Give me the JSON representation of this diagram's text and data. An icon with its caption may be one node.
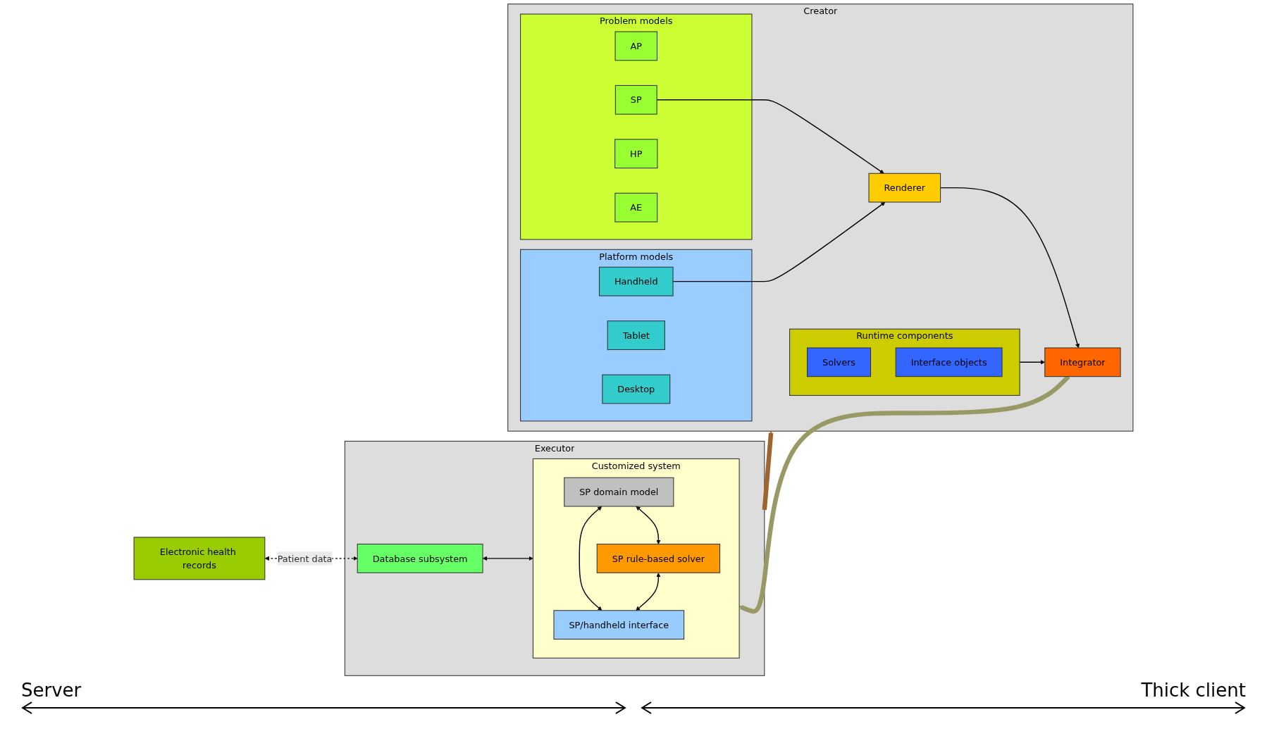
{
  "diagram": {
    "nodes": [
      {
        "text": [
          "Creator"
        ]
      },
      {
        "text": [
          "Problem models"
        ],
        "in": 0
      },
      {
        "text": [
          "AP"
        ],
        "in": 1
      },
      {
        "text": [
          "SP"
        ],
        "in": 1
      },
      {
        "text": [
          "HP"
        ],
        "in": 1
      },
      {
        "text": [
          "AE"
        ],
        "in": 1
      },
      {
        "text": [
          "Platform models"
        ],
        "in": 0
      },
      {
        "text": [
          "Handheld"
        ],
        "in": 6
      },
      {
        "text": [
          "Tablet"
        ],
        "in": 6
      },
      {
        "text": [
          "Desktop"
        ],
        "in": 6
      },
      {
        "text": [
          "Runtime components"
        ],
        "in": 0
      },
      {
        "text": [
          "Solvers"
        ],
        "in": 10
      },
      {
        "text": [
          "Interface objects"
        ],
        "in": 10
      },
      {
        "text": [
          "Renderer"
        ],
        "in": 0
      },
      {
        "text": [
          "Integrator"
        ],
        "in": 0
      },
      {
        "text": [
          "Executor"
        ]
      },
      {
        "text": [
          "Customized system"
        ],
        "in": 15
      },
      {
        "text": [
          "SP domain model"
        ],
        "in": 16
      },
      {
        "text": [
          "SP rule-based solver"
        ],
        "in": 16
      },
      {
        "text": [
          "SP/handheld interface"
        ],
        "in": 16
      },
      {
        "text": [
          "Database subsystem"
        ],
        "in": 15
      },
      {
        "text": [
          "Electronic health records"
        ]
      }
    ],
    "edges": [
      {
        "from": 15,
        "to": 0,
        "arrow": "to",
        "style": "thick",
        "color": "#a0652f"
      },
      {
        "from": 3,
        "to": 13,
        "arrow": "to"
      },
      {
        "from": 7,
        "to": 13,
        "arrow": "to"
      },
      {
        "from": 10,
        "to": 14,
        "arrow": "to"
      },
      {
        "from": 13,
        "to": 14,
        "arrow": "to"
      },
      {
        "from": 14,
        "to": 16,
        "arrow": "to",
        "style": "thick",
        "color": "#999966"
      },
      {
        "from": 17,
        "to": 18,
        "arrow": "both"
      },
      {
        "from": 17,
        "to": 19,
        "arrow": "both"
      },
      {
        "from": 18,
        "to": 19,
        "arrow": "both"
      },
      {
        "from": 20,
        "to": 16,
        "arrow": "both"
      },
      {
        "from": 21,
        "to": 20,
        "arrow": "both",
        "style": "dashed",
        "label": "Patient data"
      }
    ],
    "labels": [
      "Server",
      "Thick client"
    ]
  }
}
